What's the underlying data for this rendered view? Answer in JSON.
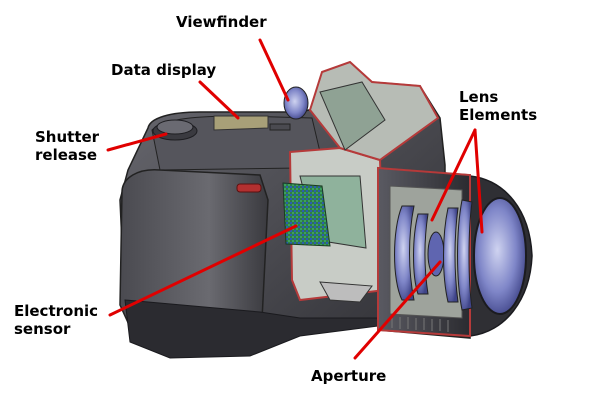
{
  "labels": {
    "viewfinder": "Viewfinder",
    "data_display": "Data display",
    "shutter_release_line1": "Shutter",
    "shutter_release_line2": "release",
    "lens_elements_line1": "Lens",
    "lens_elements_line2": "Elements",
    "electronic_sensor_line1": "Electronic",
    "electronic_sensor_line2": "sensor",
    "aperture": "Aperture"
  },
  "colors": {
    "leader": "#e00000",
    "body_dark": "#3b3b40",
    "body_mid": "#5a5a60",
    "body_light": "#7a7a80",
    "cutaway": "#b53a3a",
    "interior": "#bfc4bd",
    "mirror": "#7f9a8c",
    "sensor": "#2f7b4a",
    "lens_glass": "#7f86c8",
    "lcd": "#a8a078"
  }
}
